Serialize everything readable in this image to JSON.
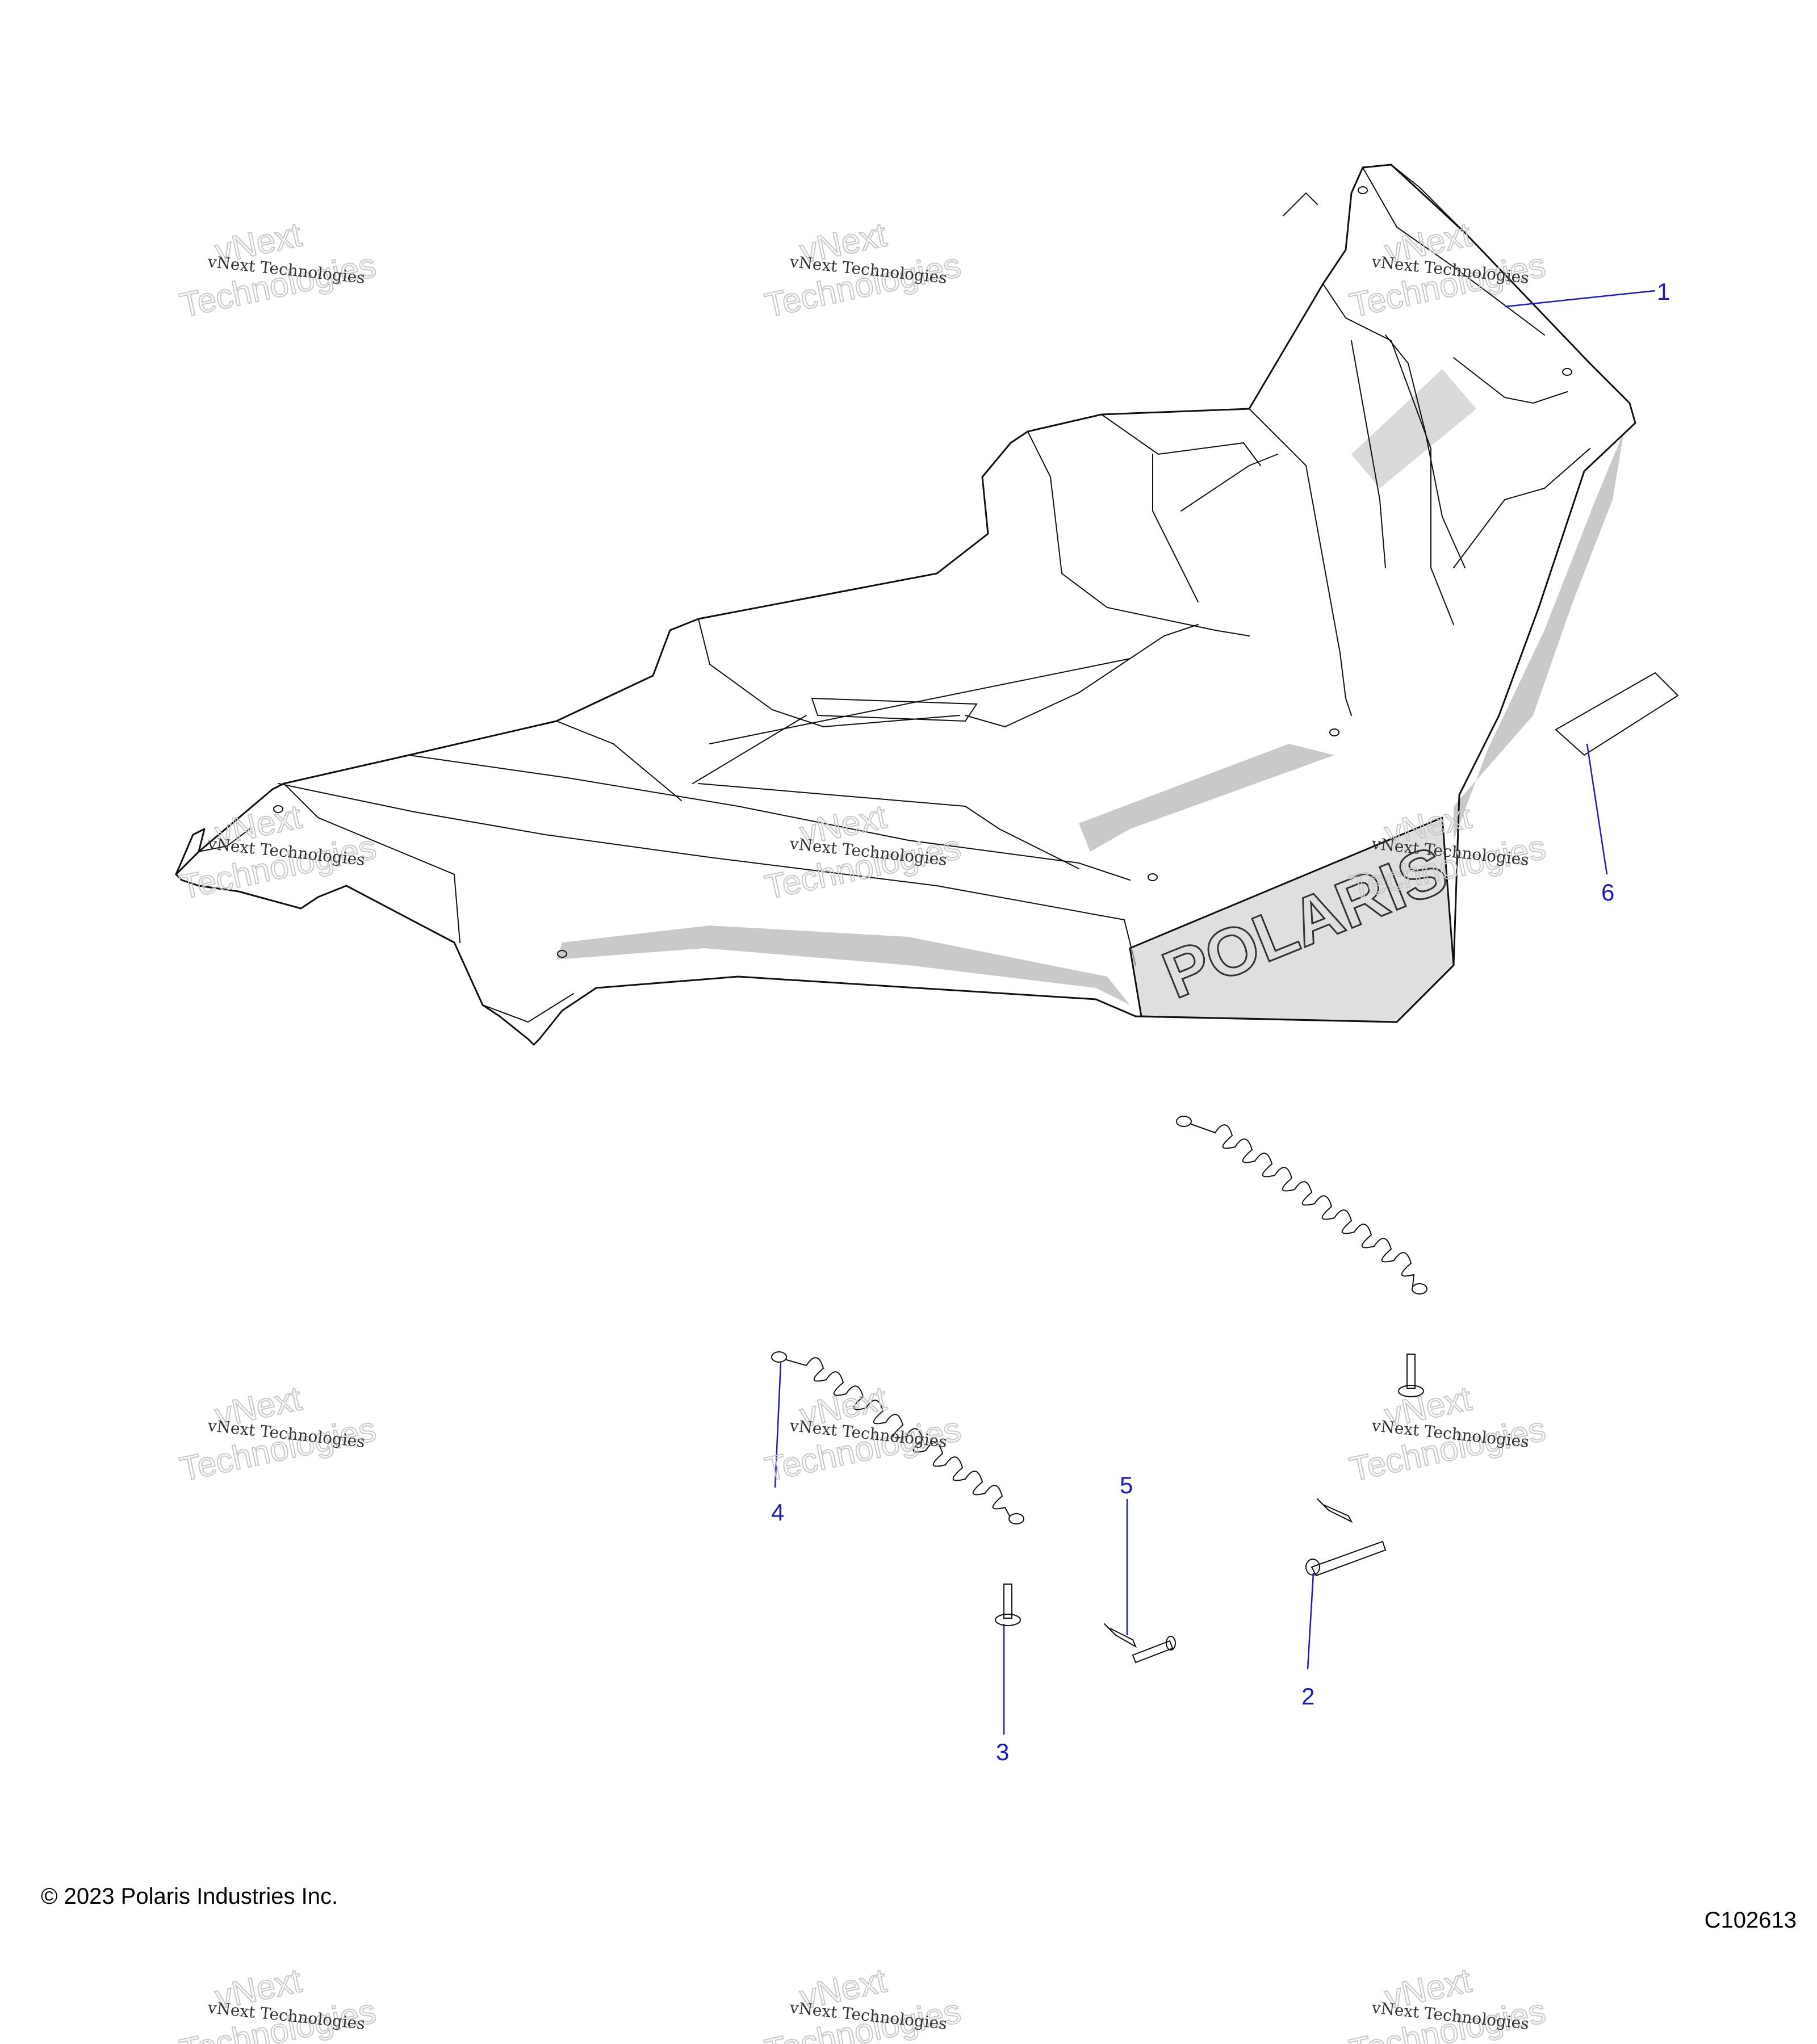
{
  "callouts": [
    {
      "id": "1",
      "label": "1"
    },
    {
      "id": "2",
      "label": "2"
    },
    {
      "id": "3",
      "label": "3"
    },
    {
      "id": "4",
      "label": "4"
    },
    {
      "id": "5",
      "label": "5"
    },
    {
      "id": "6",
      "label": "6"
    }
  ],
  "panel": {
    "brand_text": "POLARIS"
  },
  "watermark": {
    "small": "vNext Technologies",
    "big_line1": "vNext",
    "big_line2": "Technologies"
  },
  "footer": {
    "copyright": "© 2023 Polaris Industries Inc.",
    "figure_id": "C102613"
  },
  "colors": {
    "callout": "#1a1acc",
    "line": "#111111",
    "shade": "#c9c9c9"
  }
}
